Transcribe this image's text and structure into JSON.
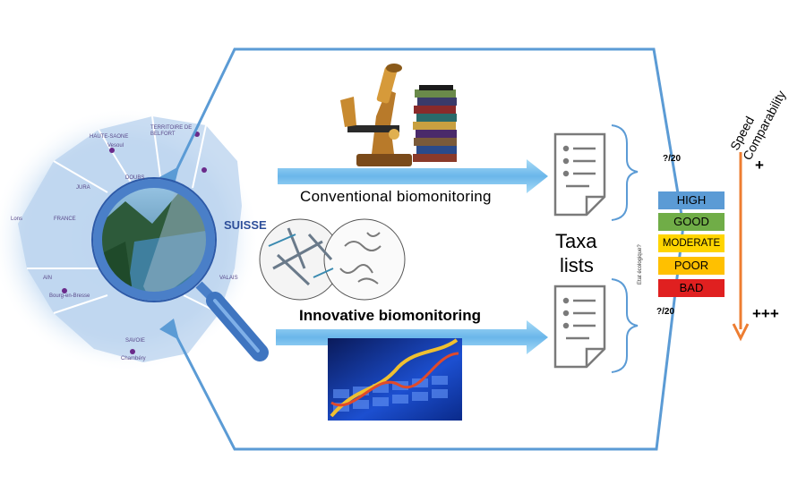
{
  "diagram": {
    "conventional_label": "Conventional biomonitoring",
    "innovative_label": "Innovative biomonitoring",
    "taxa_line1": "Taxa",
    "taxa_line2": "lists",
    "score_top": "?/20",
    "score_bottom": "?/20",
    "etat_label": "Etat écologique?",
    "speed_label": "Speed",
    "comparability_label": "Comparability",
    "plus_top": "+",
    "plus_bottom": "+++"
  },
  "status_scale": [
    {
      "label": "HIGH",
      "color": "#5b9bd5"
    },
    {
      "label": "GOOD",
      "color": "#70ad47"
    },
    {
      "label": "MODERATE",
      "color": "#ffd500"
    },
    {
      "label": "POOR",
      "color": "#ffc000"
    },
    {
      "label": "BAD",
      "color": "#e02020"
    }
  ],
  "map": {
    "country_label": "SUISSE",
    "regions": [
      "HAUTE-SAONE",
      "TERRITOIRE DE BELFORT",
      "Vesoul",
      "JURA",
      "DOUBS",
      "FRANCE",
      "Lons",
      "AIN",
      "Bourg-en-Bresse",
      "VALAIS",
      "SAVOIE",
      "Chambéry"
    ]
  },
  "colors": {
    "frame_line": "#5b9bd5",
    "arrow_fill": "#7cc2ee",
    "orange_arrow": "#ed7d31",
    "magnifier_ring": "#4a7fc8"
  },
  "icons": [
    "microscope-icon",
    "books-icon",
    "document-icon",
    "bracket-icon",
    "diatom-icon",
    "dna-keyboard-icon"
  ]
}
